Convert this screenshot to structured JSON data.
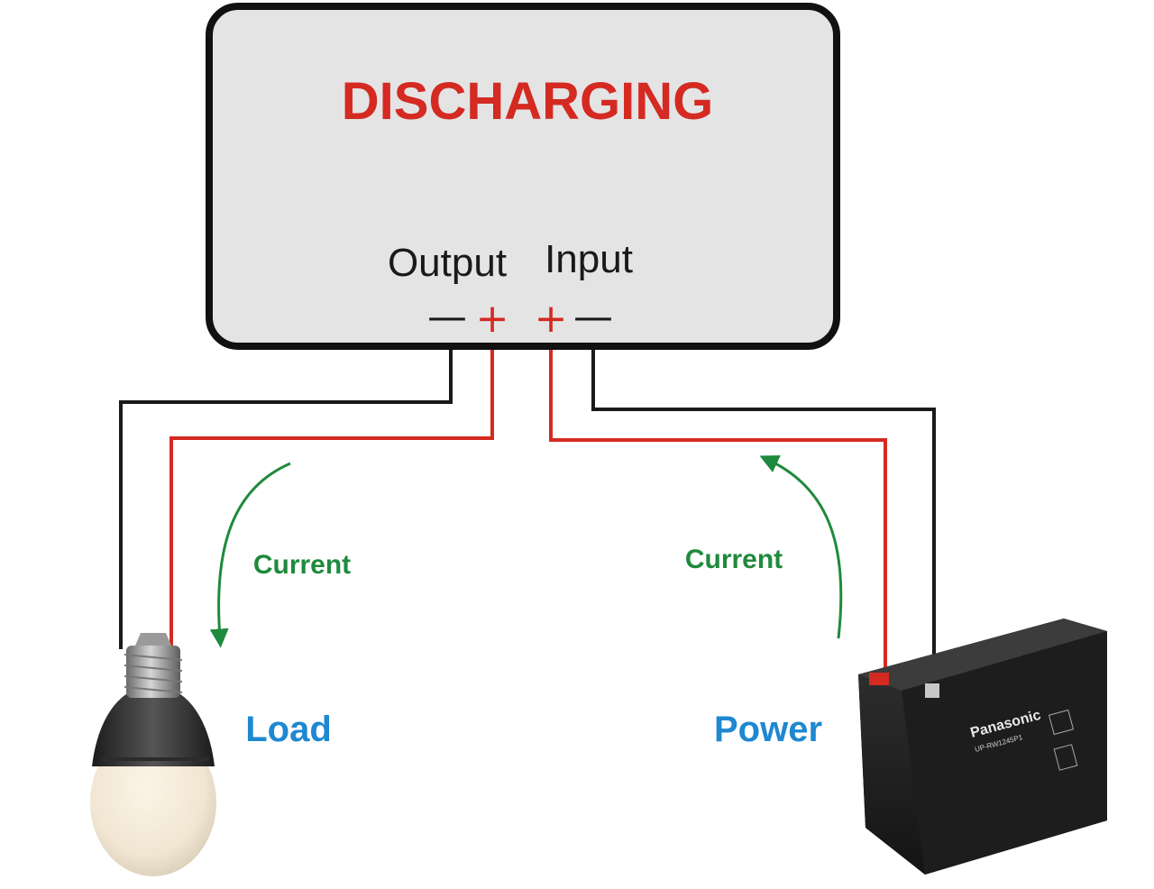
{
  "box": {
    "title": "DISCHARGING",
    "output_label": "Output",
    "input_label": "Input",
    "output_minus": "—",
    "output_plus": "+",
    "input_plus": "+",
    "input_minus": "—"
  },
  "arrows": {
    "left_label": "Current",
    "right_label": "Current"
  },
  "load": {
    "label": "Load"
  },
  "power": {
    "label": "Power"
  },
  "battery": {
    "brand": "Panasonic",
    "model": "UP-RW1245P1"
  },
  "colors": {
    "title": "#d42a22",
    "positive_wire": "#d42a22",
    "negative_wire": "#1a1a1a",
    "current_arrow": "#1f8a3c",
    "labels_blue": "#1e88d0",
    "box_fill": "#e4e4e4",
    "box_stroke": "#111111"
  }
}
